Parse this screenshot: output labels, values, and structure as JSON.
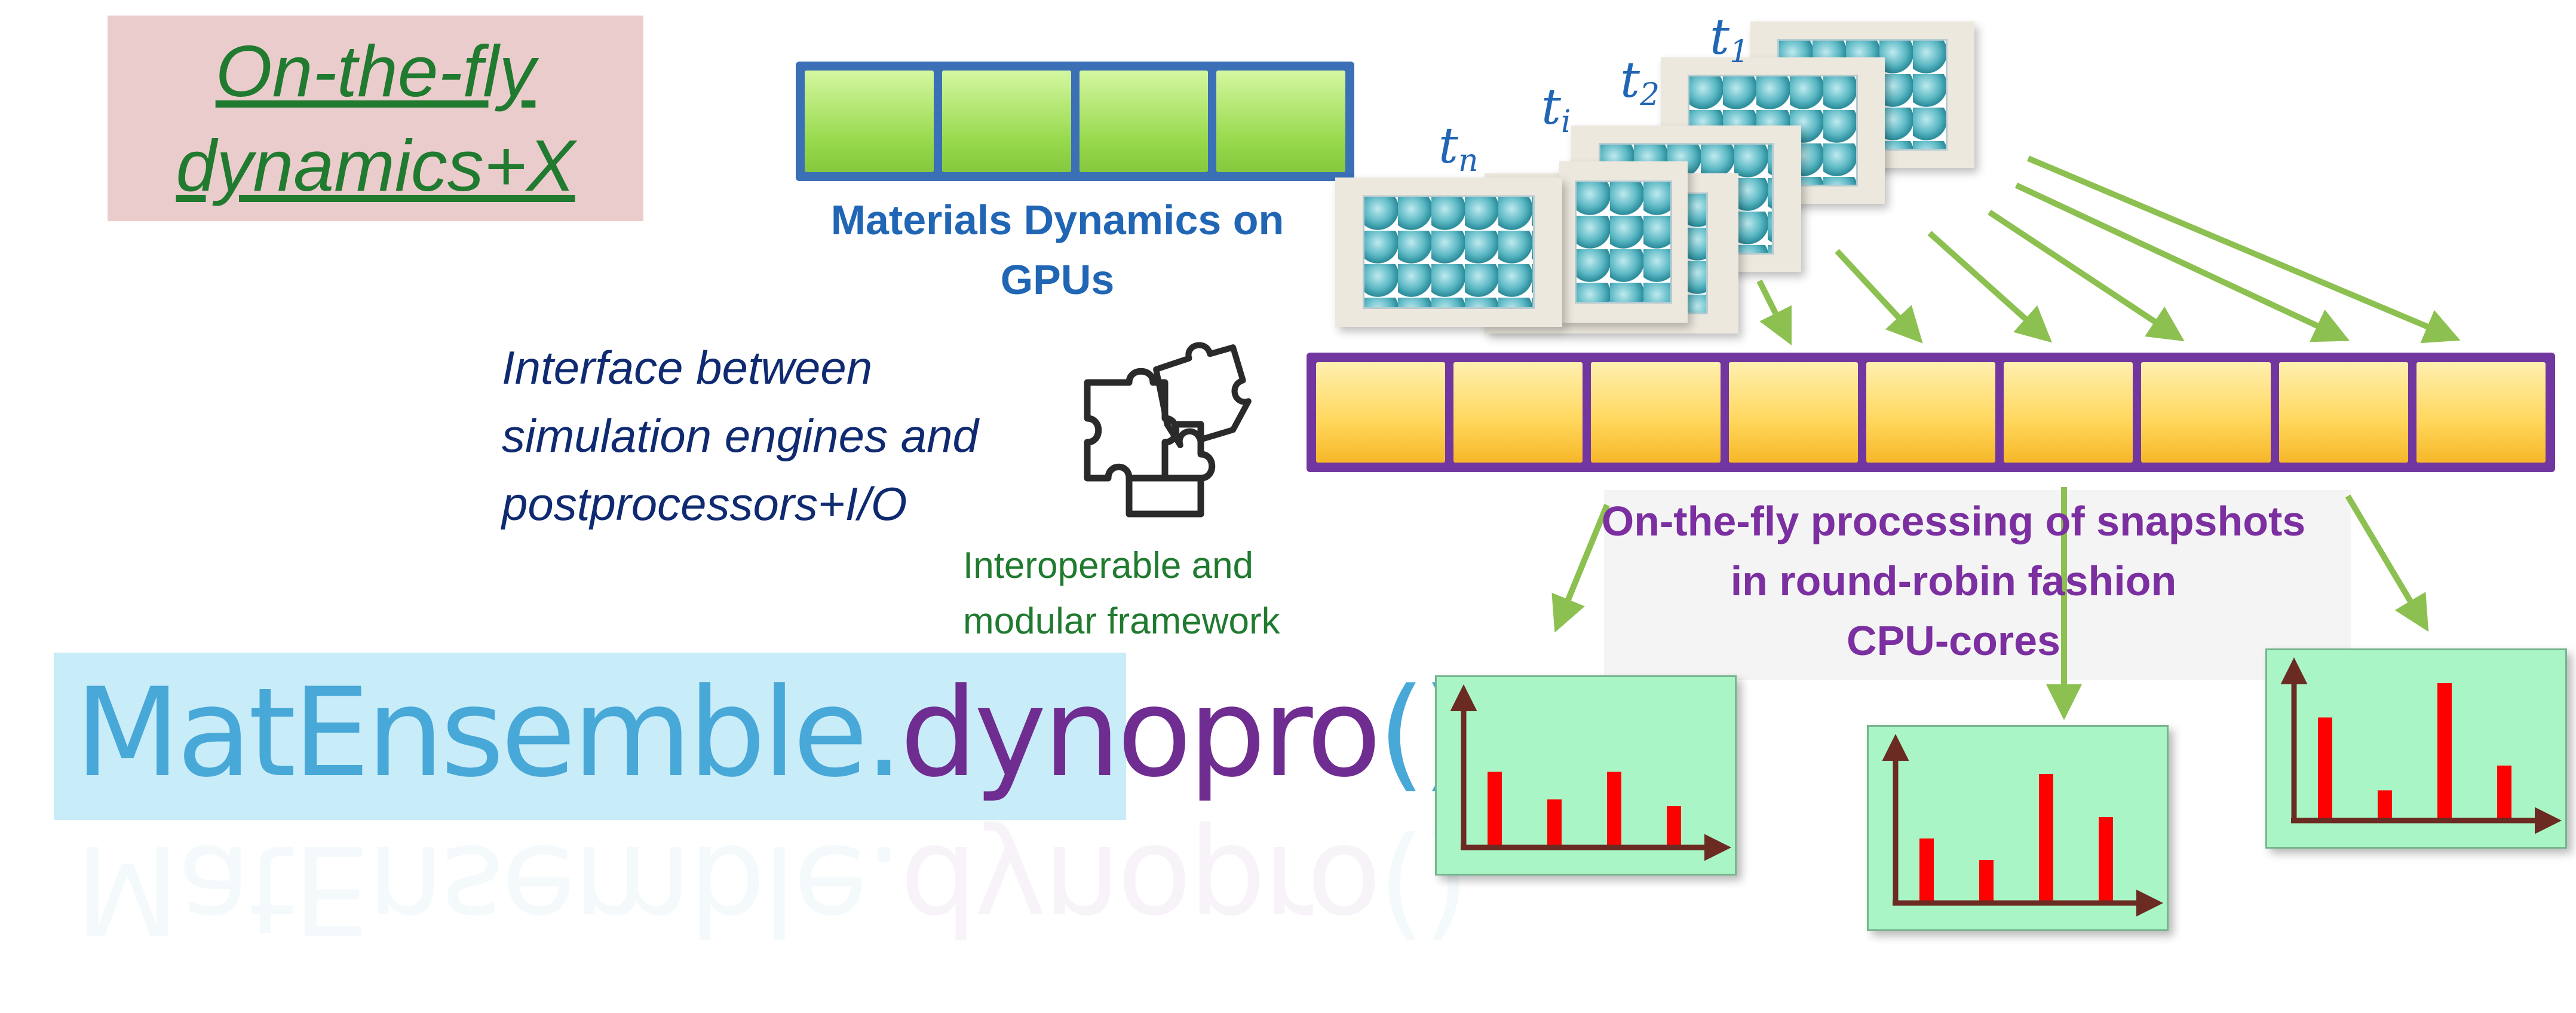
{
  "title": {
    "line1": "On-the-fly",
    "line2": "dynamics+X"
  },
  "gpu": {
    "label_line1": "Materials Dynamics on",
    "label_line2": "GPUs",
    "cell_count": 4
  },
  "snapshots": [
    {
      "base": "t",
      "sub": "n"
    },
    {
      "base": "t",
      "sub": "i"
    },
    {
      "base": "t",
      "sub": "2"
    },
    {
      "base": "t",
      "sub": "1"
    }
  ],
  "interface": {
    "line1": "Interface between",
    "line2": "simulation engines and",
    "line3": "postprocessors+I/O"
  },
  "interop": {
    "line1": "Interoperable and",
    "line2": "modular framework"
  },
  "cpu": {
    "cell_count": 9
  },
  "processing": {
    "line1": "On-the-fly processing of snapshots",
    "line2": "in round-robin fashion",
    "line3": "CPU-cores"
  },
  "logo": {
    "part1": "MatEnsemble.",
    "part2": "dynopro",
    "part3": "()"
  },
  "charts": [
    {
      "values": [
        0.55,
        0.35,
        0.55,
        0.3
      ]
    },
    {
      "values": [
        0.45,
        0.3,
        0.9,
        0.6
      ]
    },
    {
      "values": [
        0.75,
        0.22,
        1.0,
        0.4
      ]
    }
  ],
  "colors": {
    "gpu_border": "#3b6fb6",
    "gpu_cell": "#97d94c",
    "cpu_border": "#7236a0",
    "cpu_cell": "#ffd65a",
    "arrow": "#8cc050",
    "bar": "#ff0000",
    "axis": "#6b2a22"
  }
}
